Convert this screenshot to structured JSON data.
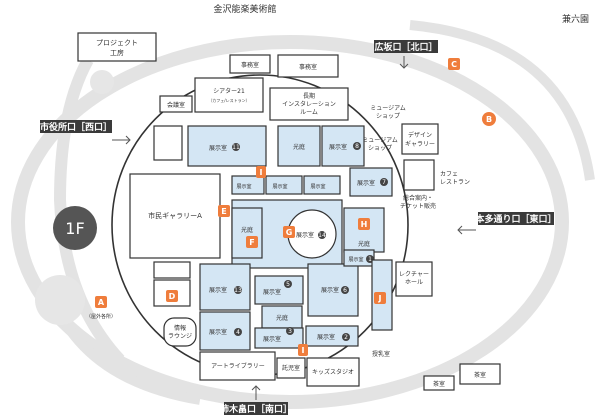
{
  "map": {
    "floor": "1F",
    "top_label": "金沢能楽美術館",
    "kenrokuen": "兼六園",
    "entrances": {
      "north": "広坂口［北口］",
      "west": "市役所口［西口］",
      "east": "本多通り口［東口］",
      "south": "柿木畠口［南口］"
    },
    "badges": [
      "A",
      "B",
      "C",
      "D",
      "E",
      "F",
      "G",
      "H",
      "I",
      "J"
    ],
    "labels": {
      "project": "プロジェクト\n工房",
      "office1": "事務室",
      "office2": "事務室",
      "theater": "シアター21",
      "theater_sub": "（カフェ/レストラン）",
      "meeting": "会議室",
      "long_install": "長期\nインスタレーション\nルーム",
      "museum_shop": "ミュージアム\nショップ",
      "design_gallery": "デザイン\nギャラリー",
      "cafe": "カフェ\nレストラン",
      "gallery_a": "市民ギャラリーA",
      "info": "総合案内・\nチケット販売",
      "lecture": "レクチャー\nホール",
      "info_lounge": "情報\nラウンジ",
      "art_library": "アートライブラリー",
      "childcare": "託児室",
      "kids": "キッズスタジオ",
      "nursing": "授乳室",
      "tea1": "茶室",
      "tea2": "茶室",
      "courtyard": "光庭",
      "exhibition": "展示室"
    },
    "badge_a_note": "（屋外各所）"
  }
}
